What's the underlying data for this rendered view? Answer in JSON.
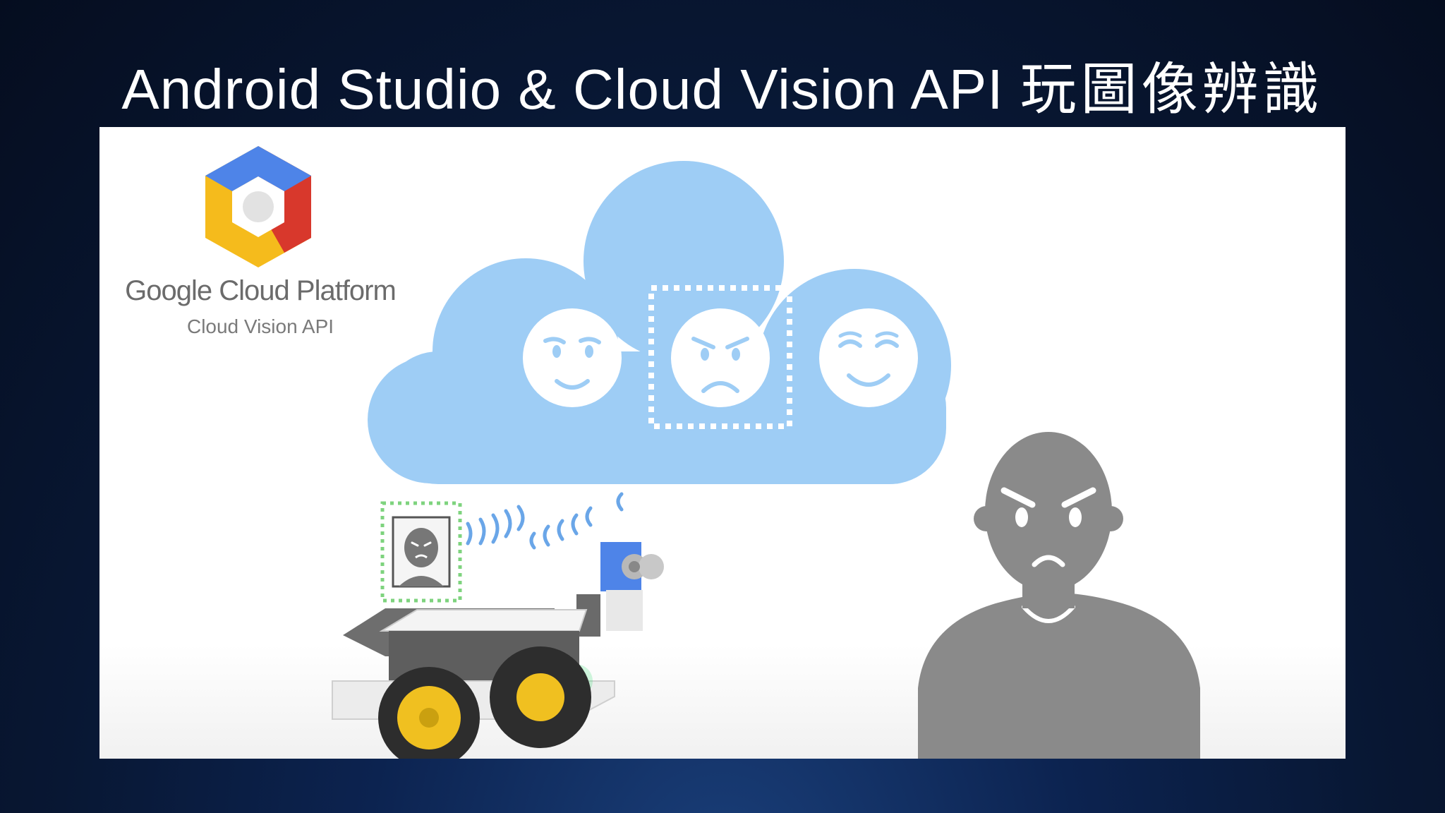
{
  "slide": {
    "title_latin": "Android Studio & Cloud Vision API",
    "title_cjk": "玩圖像辨識"
  },
  "logo": {
    "icon": "google-cloud-platform-hexagon-icon",
    "brand": "Google Cloud Platform",
    "product": "Cloud Vision API"
  },
  "illustration": {
    "cloud_faces": [
      "smirk-face-icon",
      "angry-face-icon",
      "smiling-face-icon"
    ],
    "selected_face": "angry-face-icon",
    "robot": "robot-car-icon",
    "person": "angry-person-icon"
  },
  "colors": {
    "background": "#0a1c3f",
    "cloud": "#9ecdf5",
    "person": "#8a8a8a",
    "robot_detection_box": "#7ed37e",
    "signal_waves": "#6aa6e8",
    "logo_blue": "#4e84e8",
    "logo_red": "#d8382c",
    "logo_yellow": "#f5bb1c"
  }
}
